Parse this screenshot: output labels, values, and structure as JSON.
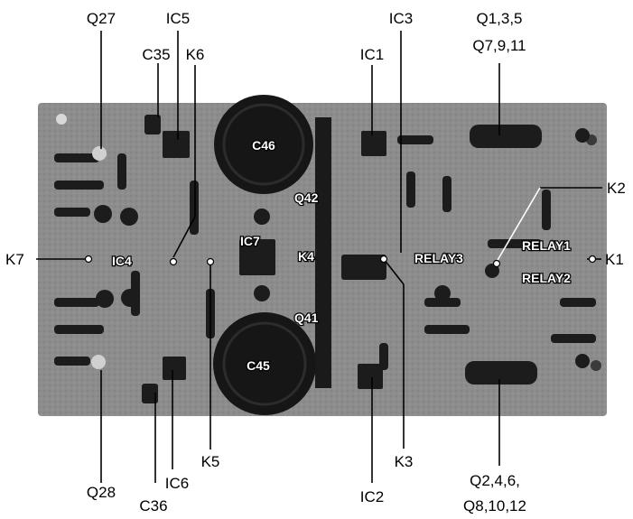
{
  "labels": {
    "q27": "Q27",
    "ic5": "IC5",
    "c35": "C35",
    "k6": "K6",
    "ic3": "IC3",
    "ic1": "IC1",
    "q1_3_5": "Q1,3,5",
    "q7_9_11": "Q7,9,11",
    "k2": "K2",
    "k7": "K7",
    "k1": "K1",
    "q28": "Q28",
    "c36": "C36",
    "ic6": "IC6",
    "k5": "K5",
    "ic2": "IC2",
    "k3": "K3",
    "q2_4_6": "Q2,4,6,",
    "q8_10_12": "Q8,10,12"
  },
  "board_labels": {
    "c46": "C46",
    "c45": "C45",
    "q42": "Q42",
    "q41": "Q41",
    "ic7": "IC7",
    "k4": "K4",
    "ic4": "IC4",
    "relay1": "RELAY1",
    "relay2": "RELAY2",
    "relay3": "RELAY3"
  },
  "colors": {
    "board": "#8a8a8a",
    "board_dark": "#4a4a4a",
    "component": "#1c1c1c",
    "background": "#ffffff"
  }
}
